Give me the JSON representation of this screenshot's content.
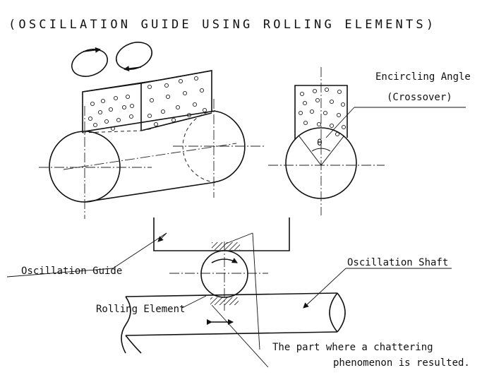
{
  "title": "(OSCILLATION GUIDE USING ROLLING ELEMENTS)",
  "labels": {
    "encircling_angle": "Encircling Angle",
    "crossover": "(Crossover)",
    "theta": "θ",
    "oscillation_guide": "Oscillation Guide",
    "oscillation_shaft": "Oscillation Shaft",
    "rolling_element": "Rolling Element",
    "chattering_line1": "The part where a chattering",
    "chattering_line2": "phenomenon is resulted."
  }
}
